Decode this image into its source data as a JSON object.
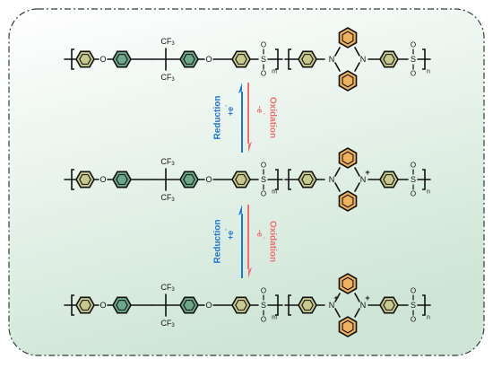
{
  "colors": {
    "panel_gradient_top": "#ffffff",
    "panel_gradient_bottom": "#cfe6d6",
    "panel_border": "#2f3f3a",
    "ring_green_fill": "#6ea88a",
    "ring_olive_fill": "#c7c98f",
    "ring_orange_fill": "#f1b25c",
    "reduction_color": "#1f74d6",
    "oxidation_color": "#ee6f6f"
  },
  "labels": {
    "oxygen": "O",
    "cf3_top": "CF",
    "cf3_bottom": "CF",
    "subscript_3": "3",
    "sulfur": "S",
    "sulfonyl_oxygen": "O",
    "subscript_m": "m",
    "subscript_n": "n",
    "nitrogen": "N",
    "plus": "+",
    "dot": "·"
  },
  "arrows": {
    "reduction": "Reduction",
    "reduction_electron": "+e",
    "oxidation": "Oxidation",
    "oxidation_electron": "-e",
    "electron_superscript": "-"
  },
  "structures": [
    {
      "state": "neutral",
      "left_N": "",
      "right_N": ""
    },
    {
      "state": "radical_cation",
      "left_N": "dot",
      "right_N": "plus"
    },
    {
      "state": "dication",
      "left_N": "plus",
      "right_N": "plus"
    }
  ]
}
